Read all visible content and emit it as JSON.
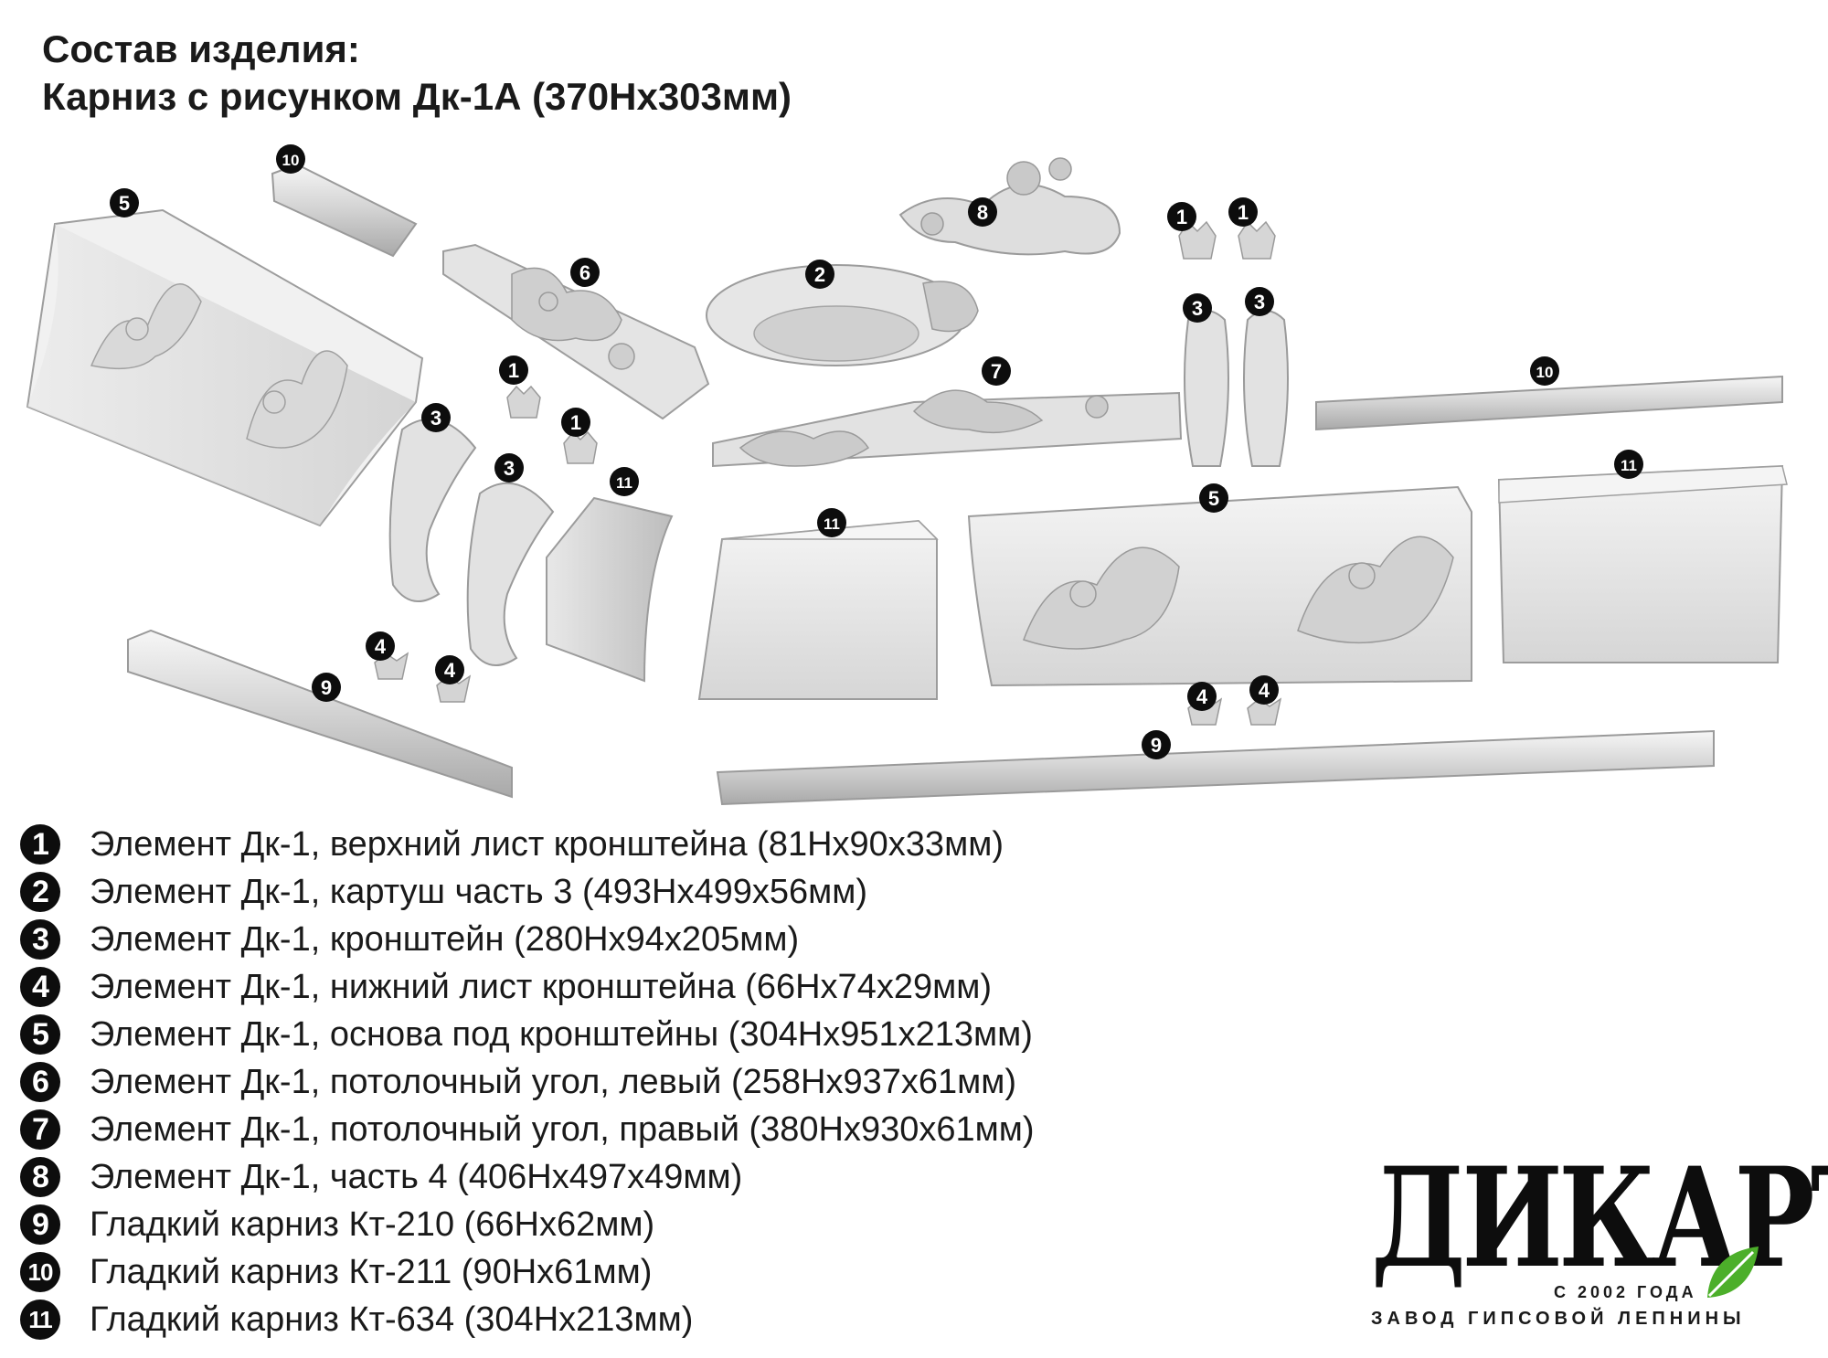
{
  "title": {
    "line1": "Состав изделия:",
    "line2": "Карниз с рисунком Дк-1А (370Нх303мм)"
  },
  "callouts": [
    "1",
    "2",
    "3",
    "4",
    "5",
    "6",
    "7",
    "8",
    "9",
    "10",
    "11"
  ],
  "legend": [
    {
      "num": "1",
      "text": "Элемент Дк-1, верхний лист кронштейна (81Нх90х33мм)"
    },
    {
      "num": "2",
      "text": "Элемент Дк-1, картуш часть 3 (493Нх499х56мм)"
    },
    {
      "num": "3",
      "text": "Элемент Дк-1, кронштейн (280Нх94х205мм)"
    },
    {
      "num": "4",
      "text": "Элемент Дк-1, нижний лист кронштейна (66Нх74х29мм)"
    },
    {
      "num": "5",
      "text": "Элемент Дк-1, основа под кронштейны (304Нх951х213мм)"
    },
    {
      "num": "6",
      "text": "Элемент Дк-1, потолочный угол, левый (258Нх937х61мм)"
    },
    {
      "num": "7",
      "text": "Элемент Дк-1, потолочный угол, правый (380Нх930х61мм)"
    },
    {
      "num": "8",
      "text": "Элемент Дк-1, часть 4 (406Нх497х49мм)"
    },
    {
      "num": "9",
      "text": "Гладкий карниз Кт-210 (66Нх62мм)"
    },
    {
      "num": "10",
      "text": "Гладкий карниз Кт-211 (90Нх61мм)"
    },
    {
      "num": "11",
      "text": "Гладкий карниз Кт-634 (304Нх213мм)"
    }
  ],
  "logo": {
    "name": "ДИКАРТ",
    "since": "С 2002 ГОДА",
    "tagline": "ЗАВОД ГИПСОВОЙ ЛЕПНИНЫ"
  },
  "colors": {
    "text": "#1a1a1a",
    "badge": "#0d0d0d",
    "plaster": "#ececec",
    "plaster_shadow": "#b9b9b9",
    "logo_leaf": "#4caf2a"
  }
}
